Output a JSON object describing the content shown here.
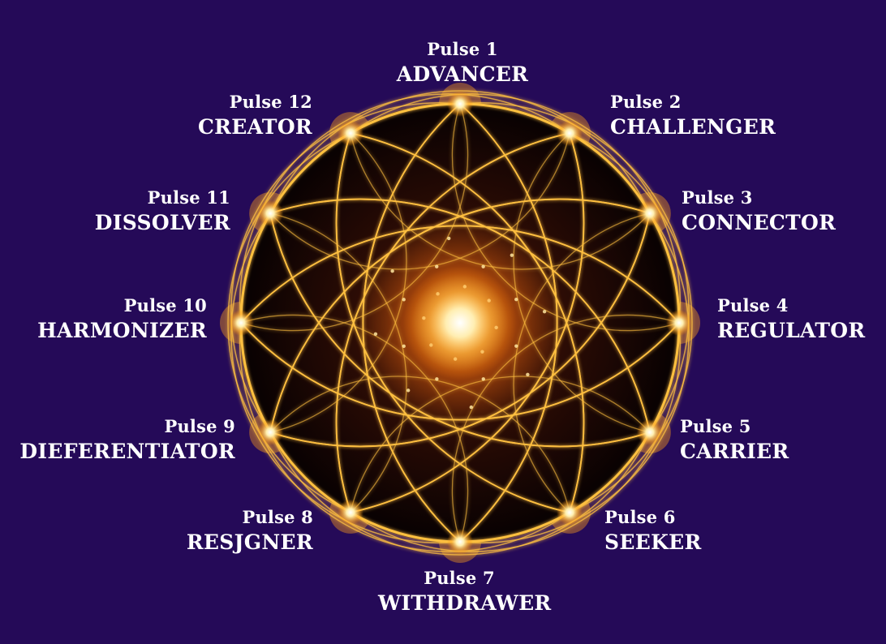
{
  "colors": {
    "background": "#250a58",
    "ring": "#ffc040",
    "glow": "#ffd27a",
    "text": "#ffffff"
  },
  "pulses": [
    {
      "pulse": "Pulse 1",
      "name": "ADVANCER"
    },
    {
      "pulse": "Pulse 2",
      "name": "CHALLENGER"
    },
    {
      "pulse": "Pulse 3",
      "name": "CONNECTOR"
    },
    {
      "pulse": "Pulse 4",
      "name": "REGULATOR"
    },
    {
      "pulse": "Pulse 5",
      "name": "CARRIER"
    },
    {
      "pulse": "Pulse 6",
      "name": "SEEKER"
    },
    {
      "pulse": "Pulse 7",
      "name": "WITHDRAWER"
    },
    {
      "pulse": "Pulse 8",
      "name": "RESJGNER"
    },
    {
      "pulse": "Pulse 9",
      "name": "DIEFERENTIATOR"
    },
    {
      "pulse": "Pulse 10",
      "name": "HARMONIZER"
    },
    {
      "pulse": "Pulse 11",
      "name": "DISSOLVER"
    },
    {
      "pulse": "Pulse 12",
      "name": "CREATOR"
    }
  ]
}
